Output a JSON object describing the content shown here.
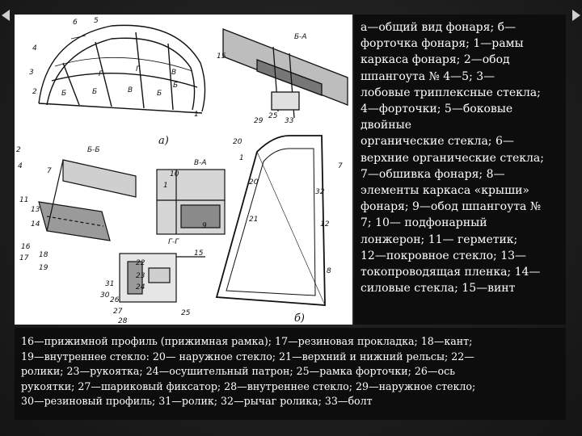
{
  "nav": {
    "prev_arrow": "arrow-left",
    "next_arrow": "arrow-right"
  },
  "figure": {
    "view_a": "а)",
    "view_b": "б)",
    "section_bb": "Б-Б",
    "section_aa": "Б-А",
    "section_va": "В-А",
    "section_gg": "Г-Г",
    "zone_labels": [
      "Б",
      "Б",
      "В",
      "Б",
      "Б",
      "Г",
      "Г",
      "В"
    ],
    "callouts": [
      "6",
      "5",
      "4",
      "3",
      "2",
      "1",
      "15",
      "25",
      "29",
      "33",
      "2",
      "4",
      "7",
      "11",
      "13",
      "14",
      "16",
      "17",
      "18",
      "19",
      "20",
      "1",
      "1",
      "9",
      "10",
      "15",
      "20",
      "21",
      "22",
      "23",
      "24",
      "25",
      "26",
      "27",
      "28",
      "30",
      "31",
      "32",
      "12",
      "8",
      "7"
    ]
  },
  "legend_right": [
    "а—общий вид фонаря; б—",
    "форточка фонаря; 1—рамы",
    "каркаса фонаря; 2—обод",
    "шпангоута № 4—5; 3—",
    "лобовые триплексные стекла;",
    "4—форточки; 5—боковые",
    "двойные",
    "органические стекла; 6—",
    "верхние органические стекла;",
    "7—обшивка фонаря; 8—",
    "элементы каркаса «крыши»",
    "фонаря; 9—обод шпангоута №",
    "7; 10— подфонарный",
    "лонжерон; 11— герметик;",
    "12—покровное стекло; 13—",
    "токопроводящая пленка; 14—",
    "силовые стекла; 15—винт"
  ],
  "legend_bottom": [
    "16—прижимной профиль (прижимная рамка); 17—резиновая прокладка; 18—кант;",
    "19—внутреннее стекло: 20— наружное стекло; 21—верхний и нижний рельсы; 22—",
    "ролики; 23—рукоятка; 24—осушительный патрон; 25—рамка форточки; 26—ось",
    "рукоятки; 27—шариковый фиксатор; 28—внутреннее стекло; 29—наружное стекло;",
    "30—резиновый профиль; 31—ролик; 32—рычаг ролика; 33—болт"
  ]
}
